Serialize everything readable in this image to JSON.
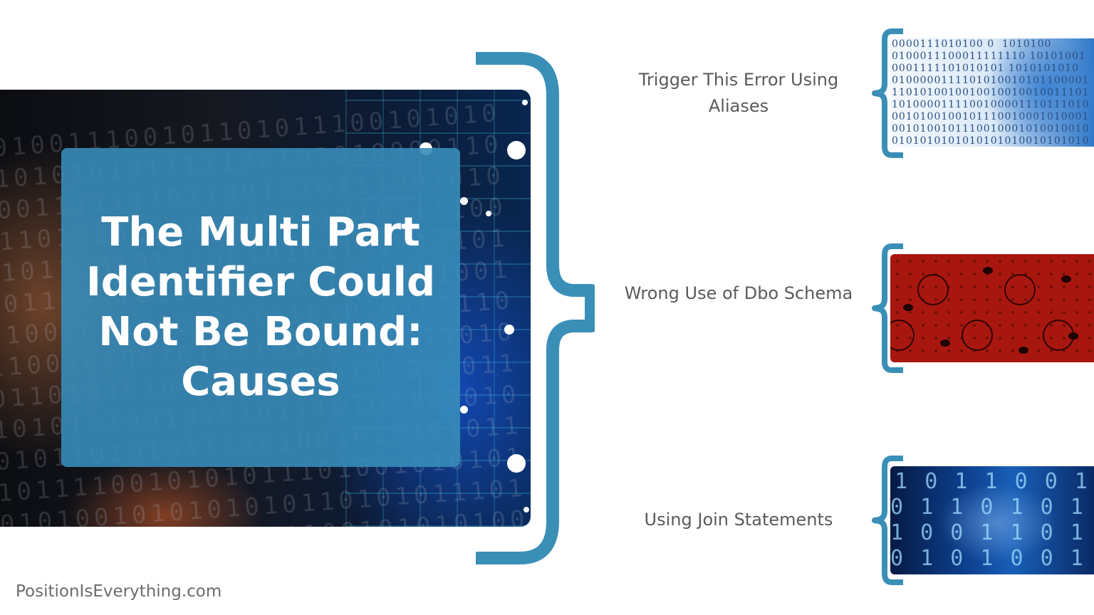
{
  "title": "The Multi Part Identifier Could Not Be Bound: Causes",
  "causes": [
    {
      "label": "Trigger This Error Using Aliases"
    },
    {
      "label": "Wrong Use of Dbo Schema"
    },
    {
      "label": "Using Join Statements"
    }
  ],
  "watermark": "PositionIsEverything.com",
  "colors": {
    "accent": "#3a8fb7",
    "title_box": "#378cb9",
    "label_text": "#5a5a5a",
    "thumb_bug_red": "#a8170f"
  },
  "icons": {
    "big_brace": "right-curly-brace-icon",
    "small_braces": "left-curly-brace-icon"
  }
}
